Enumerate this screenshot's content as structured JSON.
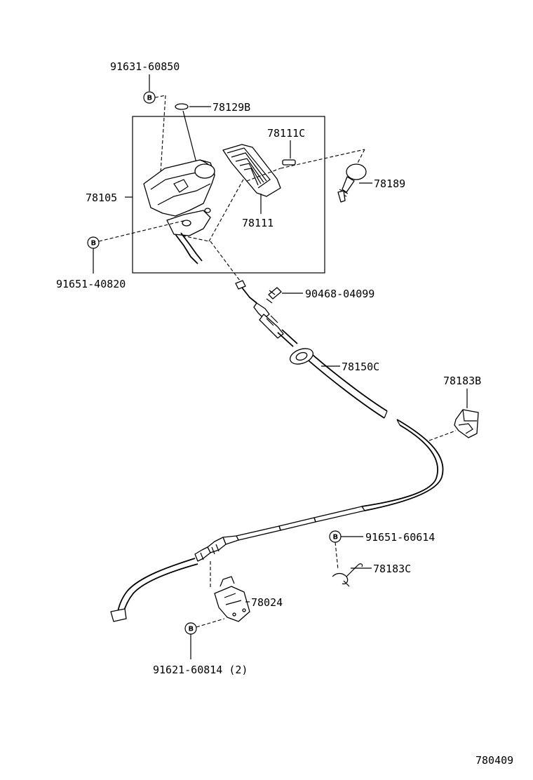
{
  "parts": {
    "p91631": "91631-60850",
    "p78129b": "78129B",
    "p78111c": "78111C",
    "p78105": "78105",
    "p78189": "78189",
    "p78111": "78111",
    "p91651a": "91651-40820",
    "p90468": "90468-04099",
    "p78150c": "78150C",
    "p78183b": "78183B",
    "p91651b": "91651-60614",
    "p78183c": "78183C",
    "p78024": "78024",
    "p91621": "91621-60814 (2)"
  },
  "bolt_marker": "B",
  "diagram_code": "780409"
}
